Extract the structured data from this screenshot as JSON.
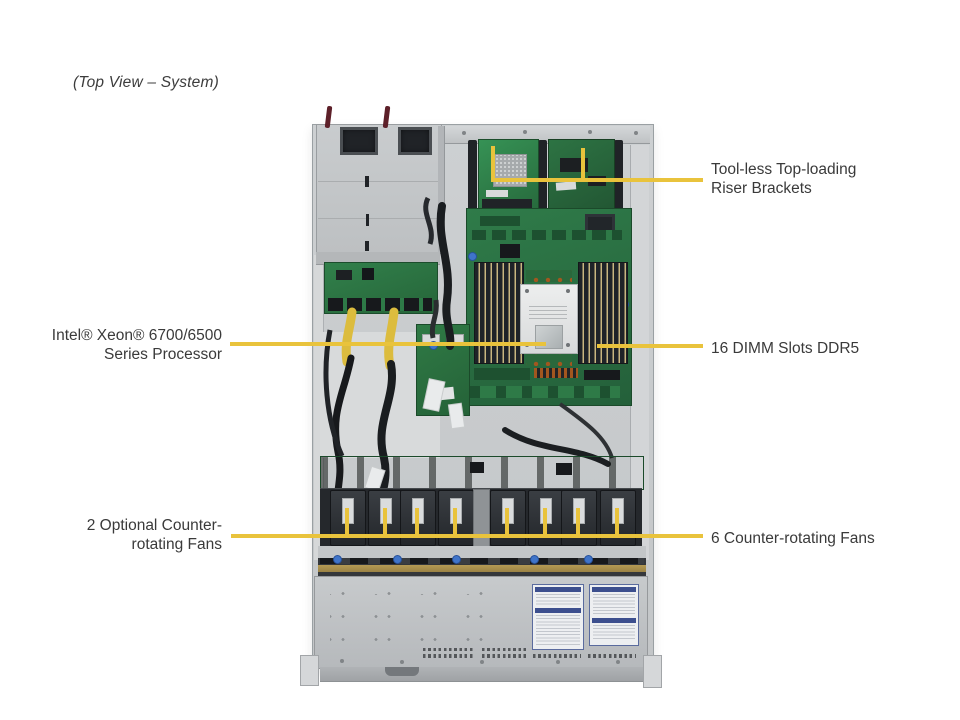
{
  "figure_title": "(Top View – System)",
  "callouts": {
    "riser_brackets": {
      "line1": "Tool-less Top-loading",
      "line2": "Riser Brackets"
    },
    "processor": {
      "line1": "Intel® Xeon® 6700/6500",
      "line2": "Series Processor"
    },
    "dimm": {
      "label": "16 DIMM Slots DDR5"
    },
    "optional_fans": {
      "line1": "2 Optional Counter-",
      "line2": "rotating Fans"
    },
    "fans": {
      "label": "6 Counter-rotating Fans"
    }
  },
  "colors": {
    "callout_line": "#e9c33c",
    "pcb_green": "#2e7a47",
    "chassis_gray": "#c9cccd",
    "background": "#ffffff"
  }
}
